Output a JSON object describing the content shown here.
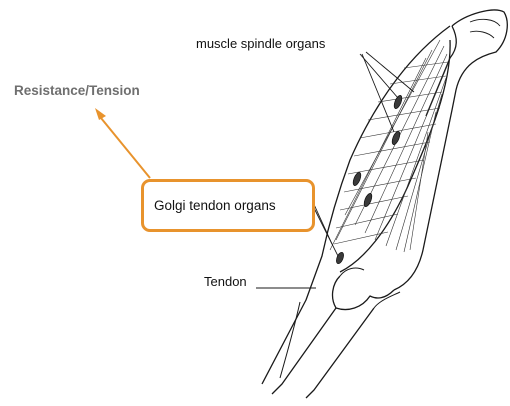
{
  "labels": {
    "spindle": "muscle spindle organs",
    "resistance": "Resistance/Tension",
    "golgi": "Golgi tendon organs",
    "tendon": "Tendon"
  },
  "colors": {
    "highlight": "#e8932d",
    "line": "#1a1a1a",
    "muted_text": "#6f6f6f"
  }
}
